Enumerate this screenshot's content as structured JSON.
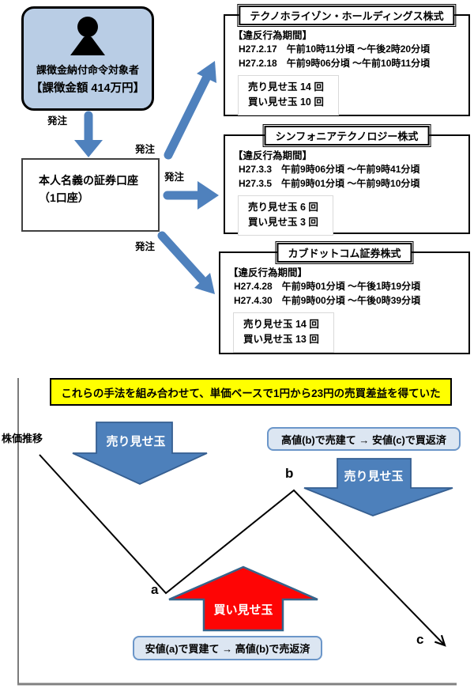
{
  "top": {
    "subject_box": {
      "line1": "課徴金納付命令対象者",
      "line2": "【課徴金額 414万円】"
    },
    "account_box": {
      "line1": "本人名義の証券口座",
      "line2": "（1口座）"
    },
    "order_label": "発注",
    "stocks": [
      {
        "title": "テクノホライゾン・ホールディングス株式",
        "period_heading": "【違反行為期間】",
        "periods": [
          "H27.2.17　午前10時11分頃 ～午後2時20分頃",
          "H27.2.18　午前9時06分頃 ～午前10時11分頃"
        ],
        "sell_count": "売り見せ玉 14 回",
        "buy_count": "買い見せ玉 10 回"
      },
      {
        "title": "シンフォニアテクノロジー株式",
        "period_heading": "【違反行為期間】",
        "periods": [
          "H27.3.3　午前9時06分頃 ～午前9時41分頃",
          "H27.3.5　午前9時01分頃 ～午前9時10分頃"
        ],
        "sell_count": "売り見せ玉 6 回",
        "buy_count": "買い見せ玉 3 回"
      },
      {
        "title": "カブドットコム証券株式",
        "period_heading": "【違反行為期間】",
        "periods": [
          "H27.4.28　午前9時01分頃 ～午後1時19分頃",
          "H27.4.30　午前9時00分頃 ～午後0時39分頃"
        ],
        "sell_count": "売り見せ玉 14 回",
        "buy_count": "買い見せ玉 13 回"
      }
    ]
  },
  "bottom": {
    "banner": "これらの手法を組み合わせて、単価ベースで1円から23円の売買差益を得ていた",
    "axis_label": "株価推移",
    "sell_spoof_label": "売り見せ玉",
    "buy_spoof_label": "買い見せ玉",
    "short_note": "高値(b)で売建て → 安値(c)で買返済",
    "long_note": "安値(a)で買建て → 高値(b)で売返済",
    "point_a": "a",
    "point_b": "b",
    "point_c": "c"
  },
  "colors": {
    "arrow_blue": "#4f81bd",
    "arrow_blue_border": "#365f91",
    "arrow_red": "#fe0505",
    "subject_box_fill": "#b9cde5",
    "note_box_fill": "#dce6f2",
    "note_box_border": "#6b96c9",
    "banner_fill": "#ffff00",
    "axis_gray": "#808080"
  }
}
